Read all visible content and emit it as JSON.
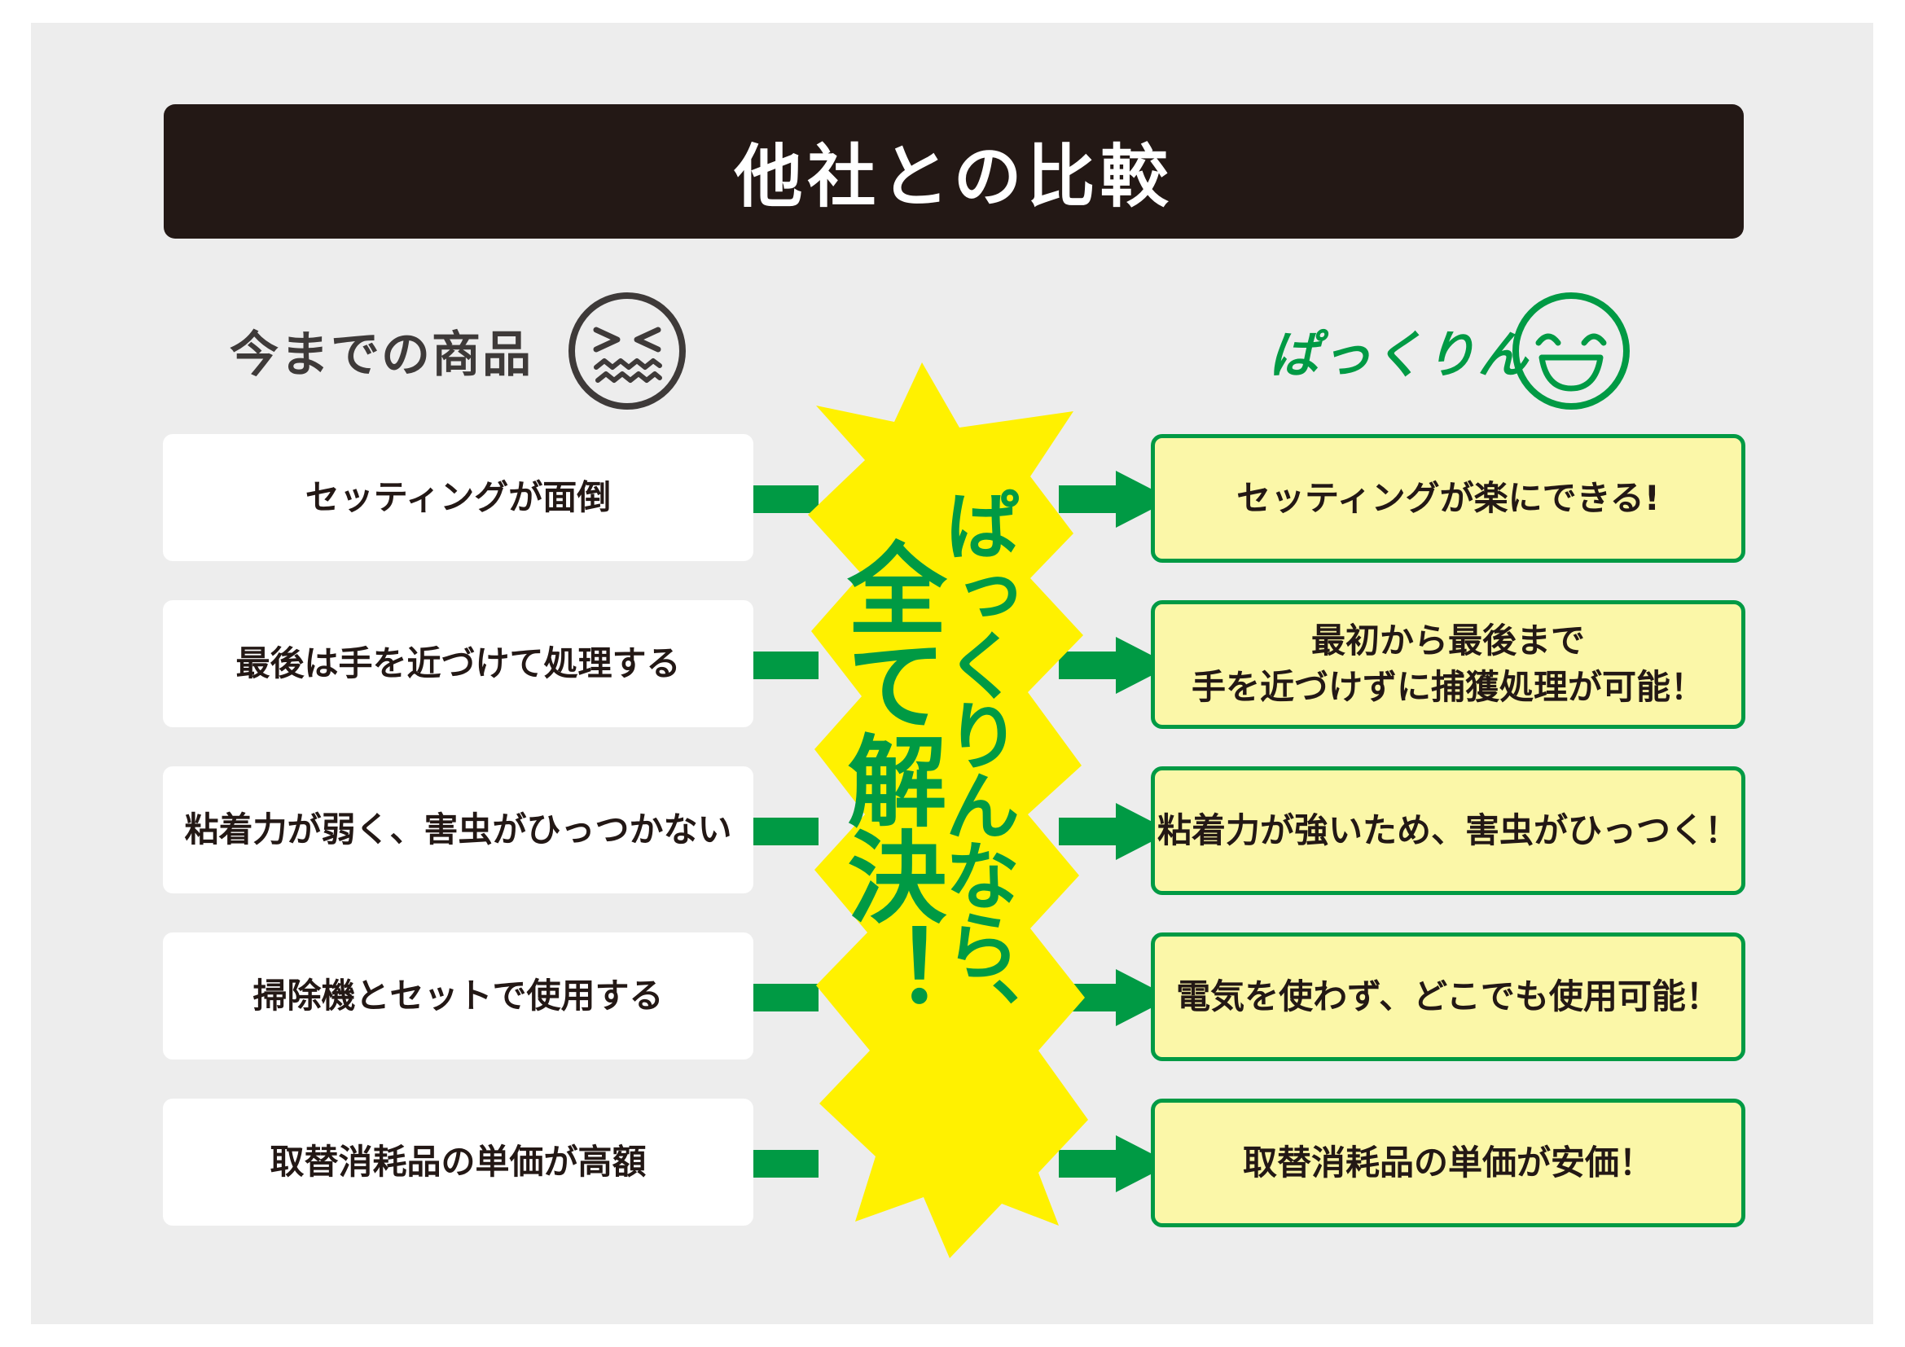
{
  "header": {
    "title": "他社との比較"
  },
  "left_column": {
    "heading": "今までの商品",
    "face_icon": "frowning-face-icon",
    "items": [
      {
        "text": "セッティングが面倒"
      },
      {
        "text": "最後は手を近づけて処理する"
      },
      {
        "text": "粘着力が弱く、害虫がひっつかない"
      },
      {
        "text": "掃除機とセットで使用する"
      },
      {
        "text": "取替消耗品の単価が高額"
      }
    ]
  },
  "right_column": {
    "heading": "ぱっくりん",
    "face_icon": "smiling-face-icon",
    "items": [
      {
        "text": "セッティングが楽にできる!"
      },
      {
        "text": "最初から最後まで\n手を近づけずに捕獲処理が可能！"
      },
      {
        "text": "粘着力が強いため、害虫がひっつく！"
      },
      {
        "text": "電気を使わず、どこでも使用可能！"
      },
      {
        "text": "取替消耗品の単価が安価！"
      }
    ]
  },
  "center_burst": {
    "line1": "ぱっくりんなら、",
    "line2": "全て解決！"
  },
  "colors": {
    "panel_background": "#ededed",
    "title_bar": "#231815",
    "accent_green": "#009a44",
    "burst_yellow": "#fff100",
    "answer_box_fill": "#fbf7a8",
    "dark_text": "#231815"
  }
}
